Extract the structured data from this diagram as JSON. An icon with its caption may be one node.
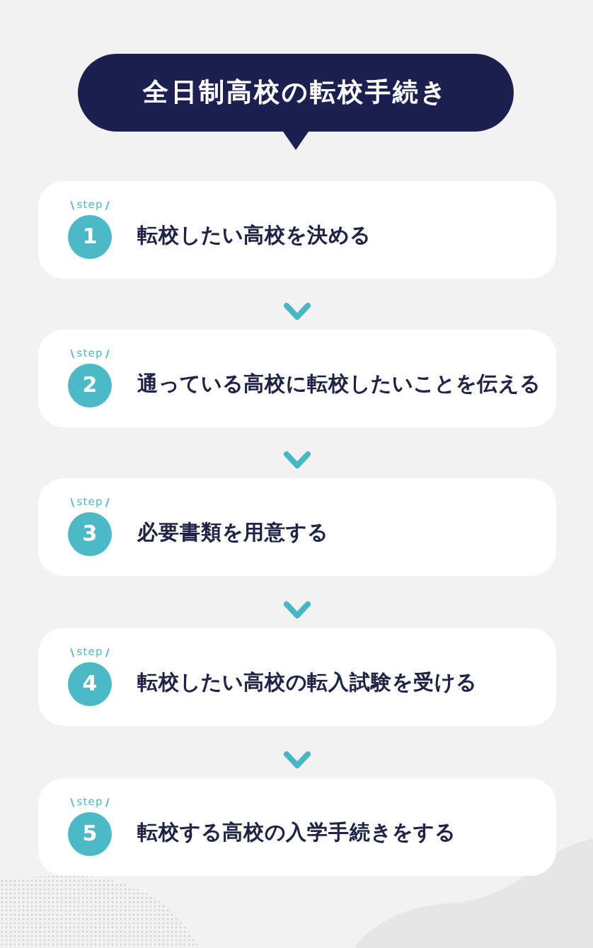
{
  "diagram": {
    "title": "全日制高校の転校手続き",
    "nodes": [
      {
        "text": [
          "転校したい高校を決める"
        ]
      },
      {
        "text": [
          "1"
        ],
        "in": 0,
        "beside": [
          "step"
        ]
      },
      {
        "text": [
          "通っている高校に転校したいことを伝える"
        ]
      },
      {
        "text": [
          "2"
        ],
        "in": 2,
        "beside": [
          "step"
        ]
      },
      {
        "text": [
          "必要書類を用意する"
        ]
      },
      {
        "text": [
          "3"
        ],
        "in": 4,
        "beside": [
          "step"
        ]
      },
      {
        "text": [
          "転校したい高校の転入試験を受ける"
        ]
      },
      {
        "text": [
          "4"
        ],
        "in": 6,
        "beside": [
          "step"
        ]
      },
      {
        "text": [
          "転校する高校の入学手続きをする"
        ]
      },
      {
        "text": [
          "5"
        ],
        "in": 8,
        "beside": [
          "step"
        ]
      }
    ],
    "edges": [
      {
        "from": 0,
        "to": 2,
        "arrow": "to"
      },
      {
        "from": 2,
        "to": 4,
        "arrow": "to"
      },
      {
        "from": 4,
        "to": 6,
        "arrow": "to"
      },
      {
        "from": 6,
        "to": 8,
        "arrow": "to"
      }
    ]
  }
}
